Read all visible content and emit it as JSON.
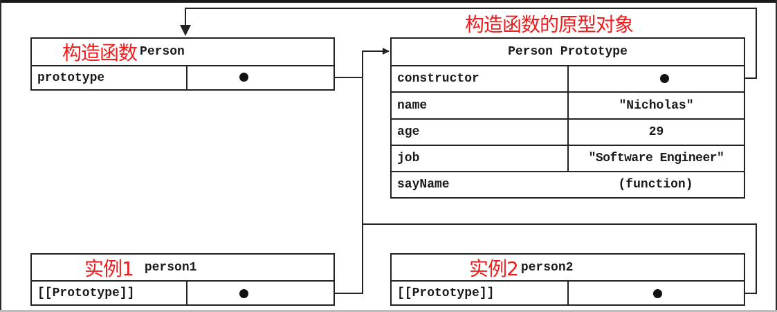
{
  "constructor_box": {
    "cn_label": "构造函数",
    "title": "Person",
    "rows": [
      {
        "key": "prototype",
        "value": ""
      }
    ]
  },
  "prototype_box": {
    "cn_label": "构造函数的原型对象",
    "title": "Person Prototype",
    "rows": [
      {
        "key": "constructor",
        "value": ""
      },
      {
        "key": "name",
        "value": "\"Nicholas\""
      },
      {
        "key": "age",
        "value": "29"
      },
      {
        "key": "job",
        "value": "\"Software Engineer\""
      },
      {
        "key": "sayName",
        "value": "(function)"
      }
    ]
  },
  "instance1_box": {
    "cn_label": "实例1",
    "title": "person1",
    "rows": [
      {
        "key": "[[Prototype]]",
        "value": ""
      }
    ]
  },
  "instance2_box": {
    "cn_label": "实例2",
    "title": "person2",
    "rows": [
      {
        "key": "[[Prototype]]",
        "value": ""
      }
    ]
  },
  "colors": {
    "annotation": "#ee1c1c",
    "lines": "#222222"
  }
}
